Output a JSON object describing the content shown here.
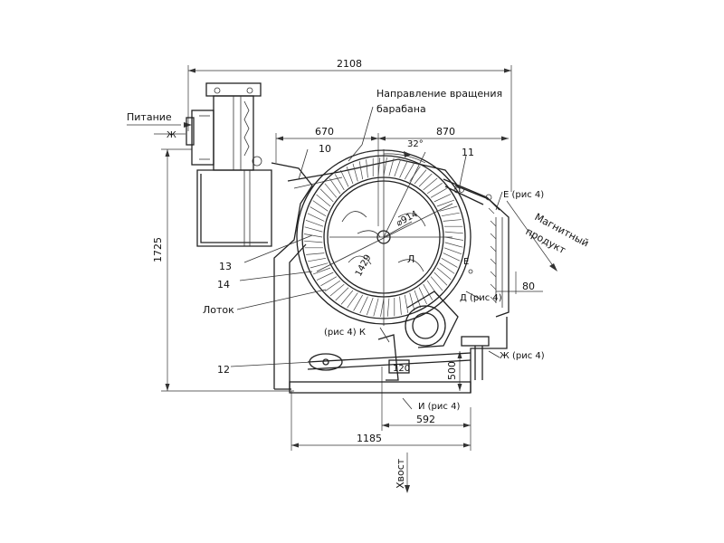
{
  "dimensions": {
    "overall_width": "2108",
    "left_width": "670",
    "right_width": "870",
    "height": "1725",
    "base_width": "1185",
    "lower_offset": "592",
    "lower_height": "500",
    "side_small": "80",
    "tray_gap": "120",
    "angle": "32°",
    "drum_diameter": "⌀914"
  },
  "labels": {
    "feed": "Питание",
    "rotation_line1": "Направление вращения",
    "rotation_line2": "барабана",
    "magnetic_line1": "Магнитный",
    "magnetic_line2": "продукт",
    "tray": "Лоток",
    "tail": "Хвост",
    "letter_zh": "Ж",
    "letter_l": "Л",
    "letter_e": "Е",
    "e_ref": "Е (рис 4)",
    "d_ref": "Д (рис 4)",
    "k_ref": "(рис 4) К",
    "zh_ref": "Ж (рис 4)",
    "i_ref": "И (рис 4)",
    "drum_rot": "1429"
  },
  "callouts": {
    "n10": "10",
    "n11": "11",
    "n12": "12",
    "n13": "13",
    "n14": "14"
  }
}
